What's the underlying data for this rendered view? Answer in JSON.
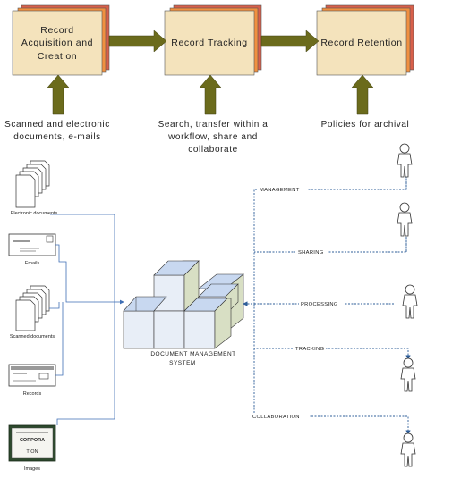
{
  "stages": [
    {
      "title_lines": [
        "Record",
        "Acquisition and",
        "Creation"
      ],
      "input_lines": [
        "Scanned and electronic",
        "documents, e-mails"
      ]
    },
    {
      "title_lines": [
        "Record Tracking"
      ],
      "input_lines": [
        "Search, transfer within a",
        "workflow, share and",
        "collaborate"
      ]
    },
    {
      "title_lines": [
        "Record Retention"
      ],
      "input_lines": [
        "Policies for archival"
      ]
    }
  ],
  "sources": [
    {
      "label": "Electronic documents",
      "icon": "document-stack-icon"
    },
    {
      "label": "Emails",
      "icon": "envelope-icon"
    },
    {
      "label": "Scanned documents",
      "icon": "document-stack-icon"
    },
    {
      "label": "Records",
      "icon": "record-card-icon"
    },
    {
      "label": "Images",
      "icon": "certificate-image-icon"
    }
  ],
  "system": {
    "label_lines": [
      "DOCUMENT MANAGEMENT",
      "SYSTEM"
    ]
  },
  "flows": [
    {
      "label": "MANAGEMENT"
    },
    {
      "label": "SHARING"
    },
    {
      "label": "PROCESSING"
    },
    {
      "label": "TRACKING"
    },
    {
      "label": "COLLABORATION"
    }
  ],
  "certificate_text": [
    "CORPORA",
    "TION"
  ],
  "colors": {
    "stage_fill": "#f4e3bc",
    "stage_back_1": "#f09040",
    "stage_back_2": "#d8604a",
    "arrow_olive": "#6b6b1c",
    "connector_blue": "#3f6fb5",
    "dotted_blue": "#2f5f9a",
    "cube_blue": "#c8d8f0",
    "cube_green": "#d8dfc4"
  }
}
